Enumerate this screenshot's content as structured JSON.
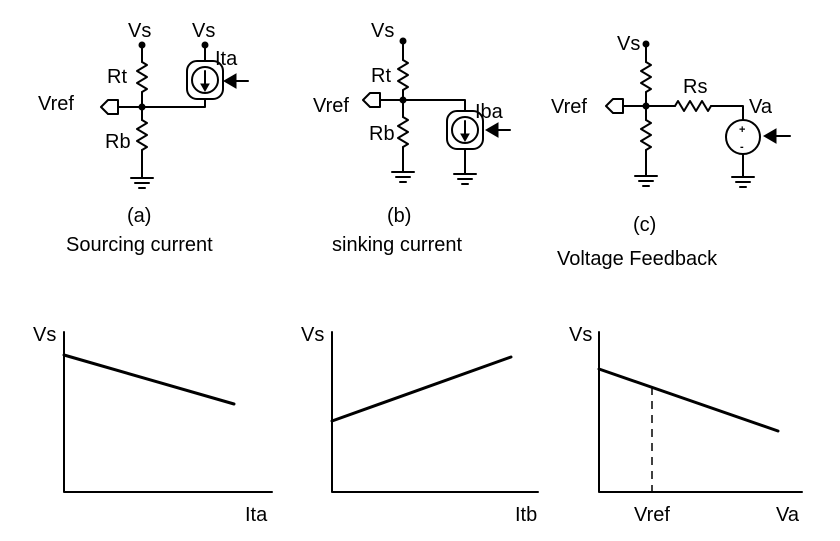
{
  "circuits": {
    "a": {
      "vs_left": "Vs",
      "vs_right": "Vs",
      "source_label": "Ita",
      "top_resistor": "Rt",
      "bottom_resistor": "Rb",
      "ref_label": "Vref",
      "caption_letter": "(a)",
      "caption_text": "Sourcing current"
    },
    "b": {
      "vs_label": "Vs",
      "source_label": "Iba",
      "top_resistor": "Rt",
      "bottom_resistor": "Rb",
      "ref_label": "Vref",
      "caption_letter": "(b)",
      "caption_text": "sinking current"
    },
    "c": {
      "vs_label": "Vs",
      "series_resistor": "Rs",
      "source_label": "Va",
      "ref_label": "Vref",
      "plus_sign": "+",
      "minus_sign": "-",
      "caption_letter": "(c)",
      "caption_text": "Voltage Feedback"
    }
  },
  "graphs": {
    "a": {
      "ylabel": "Vs",
      "xlabel": "Ita",
      "trend": "decreasing"
    },
    "b": {
      "ylabel": "Vs",
      "xlabel": "Itb",
      "trend": "increasing"
    },
    "c": {
      "ylabel": "Vs",
      "xlabel": "Va",
      "marker_label": "Vref",
      "trend": "decreasing"
    }
  }
}
